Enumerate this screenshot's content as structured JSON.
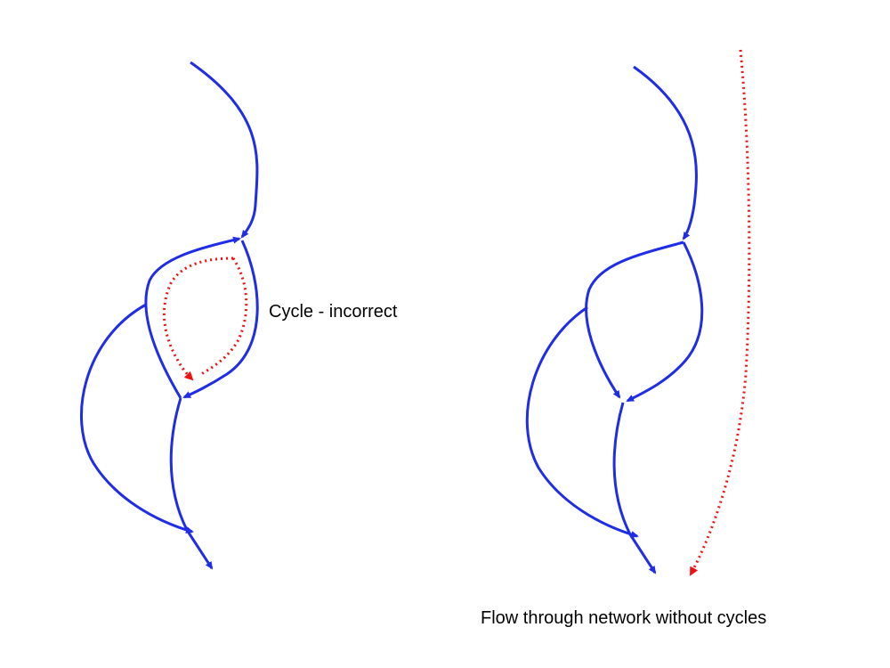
{
  "colors": {
    "flow_edge": "#1f2de6",
    "highlight": "#ee1111",
    "background": "#ffffff",
    "text": "#000000"
  },
  "diagrams": {
    "left": {
      "label": "Cycle - incorrect",
      "edge_count": 7,
      "highlight": "dotted cycle arrow"
    },
    "right": {
      "label": "Flow through network without cycles",
      "edge_count": 7,
      "highlight": "dotted downward arrow"
    }
  }
}
